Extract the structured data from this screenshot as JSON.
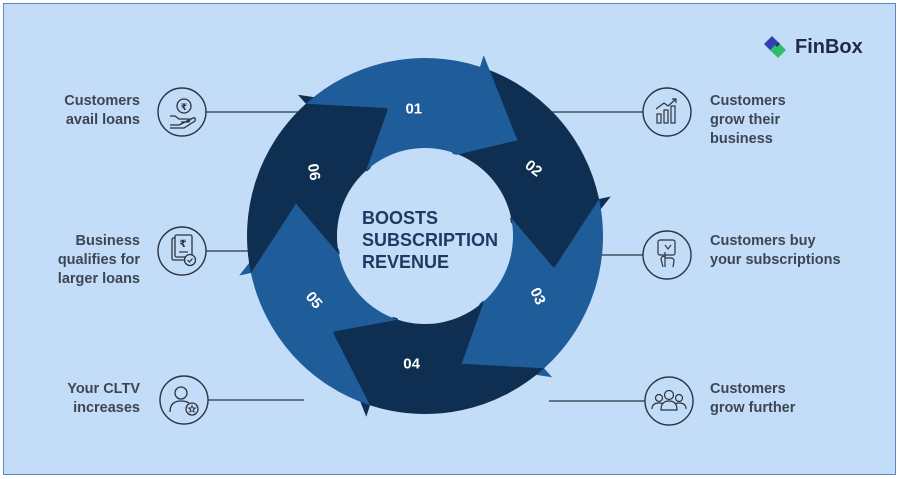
{
  "brand": {
    "name": "FinBox"
  },
  "center": {
    "lines": [
      "BOOSTS",
      "SUBSCRIPTION",
      "REVENUE"
    ]
  },
  "segments": [
    {
      "number": "01"
    },
    {
      "number": "02"
    },
    {
      "number": "03"
    },
    {
      "number": "04"
    },
    {
      "number": "05"
    },
    {
      "number": "06"
    }
  ],
  "steps": {
    "avail_loans": {
      "text": "Customers\navail loans",
      "icon": "rupee-hand-icon"
    },
    "larger_loans": {
      "text": "Business\nqualifies for\nlarger loans",
      "icon": "rupee-document-icon"
    },
    "cltv": {
      "text": "Your CLTV\nincreases",
      "icon": "user-star-icon"
    },
    "grow_business": {
      "text": "Customers\ngrow their\nbusiness",
      "icon": "growth-chart-icon"
    },
    "buy_subscriptions": {
      "text": "Customers buy\nyour subscriptions",
      "icon": "tap-hand-icon"
    },
    "grow_further": {
      "text": "Customers\ngrow further",
      "icon": "group-icon"
    }
  },
  "colors": {
    "light": "#1f5c9a",
    "dark": "#0e2f52",
    "background": "#c3dcf7",
    "line": "#2c3440"
  }
}
